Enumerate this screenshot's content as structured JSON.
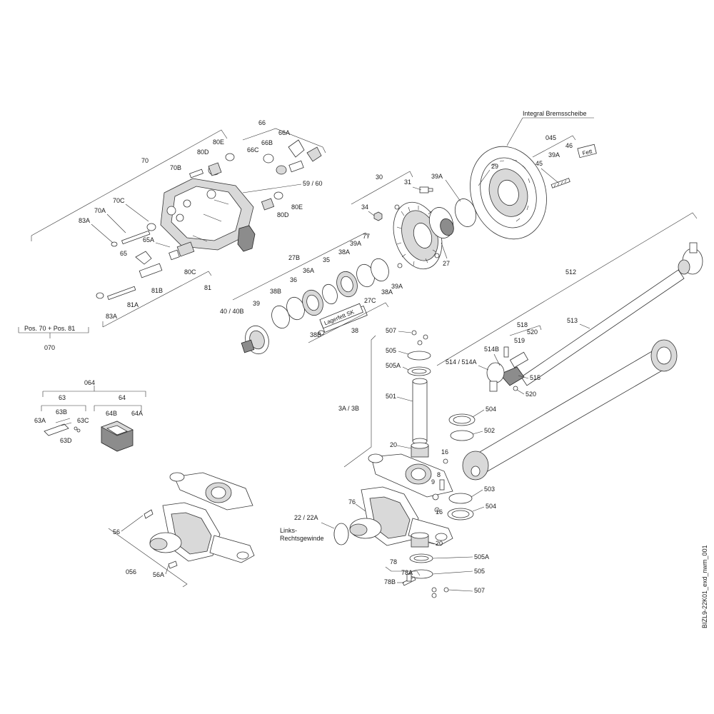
{
  "labels": {
    "integral_bremsscheibe": "Integral Bremsscheibe",
    "l045": "045",
    "l46": "46",
    "fett": "Fett",
    "l39A_top": "39A",
    "l45": "45",
    "l29": "29",
    "l39A_b": "39A",
    "l31": "31",
    "l30": "30",
    "l34": "34",
    "l27": "27",
    "l66": "66",
    "l66A": "66A",
    "l66B": "66B",
    "l66C": "66C",
    "l80E_t": "80E",
    "l80D_t": "80D",
    "l70": "70",
    "l70B": "70B",
    "l59_60": "59 / 60",
    "l80E_b": "80E",
    "l80D_b": "80D",
    "l70C": "70C",
    "l70A": "70A",
    "l83A_t": "83A",
    "l65A": "65A",
    "l65": "65",
    "l80C": "80C",
    "l81B": "81B",
    "l81": "81",
    "l81A": "81A",
    "l83A_b": "83A",
    "pos70_81": "Pos. 70 + Pos. 81",
    "l070": "070",
    "l77": "77",
    "l27B": "27B",
    "l39A_m": "39A",
    "l38A_t": "38A",
    "l35": "35",
    "l36A": "36A",
    "l36": "36",
    "l38B_t": "38B",
    "l39": "39",
    "l40_40B": "40 / 40B",
    "l27C": "27C",
    "l38A_b": "38A",
    "l39A_r": "39A",
    "lagerfett": "Lagerfett SK",
    "l38B_b": "38B",
    "l38": "38",
    "l064": "064",
    "l63": "63",
    "l64": "64",
    "l63A": "63A",
    "l63B": "63B",
    "l63C": "63C",
    "l63D": "63D",
    "l64B": "64B",
    "l64A": "64A",
    "l512": "512",
    "l513": "513",
    "l518": "518",
    "l520_t": "520",
    "l519": "519",
    "l514B": "514B",
    "l514_514A": "514 / 514A",
    "l515": "515",
    "l520_b": "520",
    "l507_t": "507",
    "l505_t": "505",
    "l505A_t": "505A",
    "l501": "501",
    "l3A_3B": "3A / 3B",
    "l504_t": "504",
    "l502": "502",
    "l20_t": "20",
    "l16_t": "16",
    "l8": "8",
    "l9": "9",
    "l503": "503",
    "l504_b": "504",
    "l16_b": "16",
    "l76": "76",
    "l22_22A": "22 / 22A",
    "links": "Links-",
    "rechts": "Rechtsgewinde",
    "l20_b": "20",
    "l505A_b": "505A",
    "l505_b": "505",
    "l78": "78",
    "l78A": "78A",
    "l78B": "78B",
    "l507_b": "507",
    "l56": "56",
    "l056": "056",
    "l56A": "56A",
    "drawing_id": "BIZL9-22K01_exd_nwm_001"
  }
}
